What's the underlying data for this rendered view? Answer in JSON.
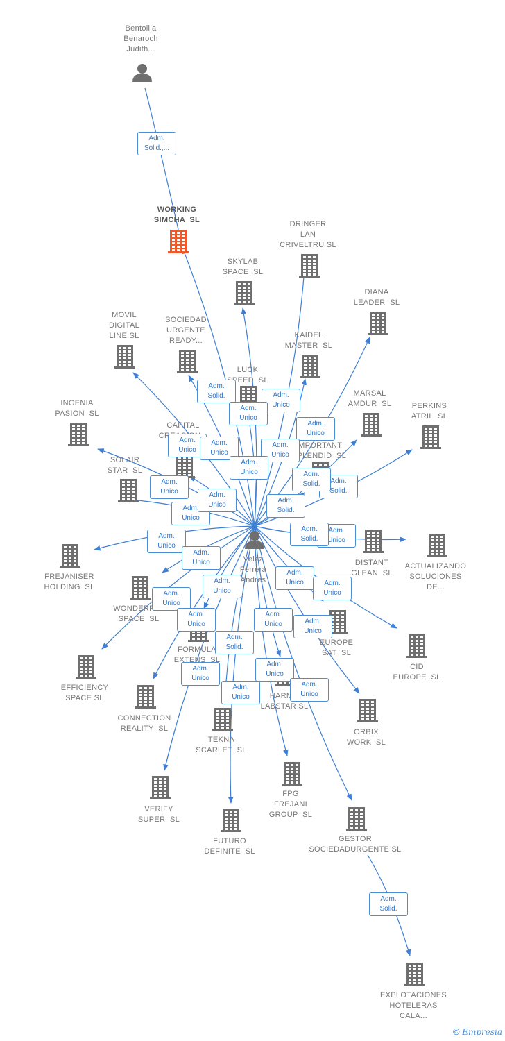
{
  "colors": {
    "edge": "#3d7fd4",
    "building": "#6f6f6f",
    "building_highlight": "#f05a2a",
    "person": "#6f6f6f",
    "badge_text": "#2f78cc"
  },
  "nodes": [
    {
      "id": "bentolila",
      "type": "person",
      "label": "Bentolila\nBenaroch\nJudith..."
    },
    {
      "id": "velez",
      "type": "person",
      "label": "Velez\nFerrera\nAndres"
    },
    {
      "id": "working",
      "type": "company",
      "highlight": true,
      "label": "WORKING\nSIMCHA  SL"
    },
    {
      "id": "dringer",
      "type": "company",
      "label": "DRINGER\nLAN\nCRIVELTRU SL"
    },
    {
      "id": "skylab",
      "type": "company",
      "label": "SKYLAB\nSPACE  SL"
    },
    {
      "id": "diana",
      "type": "company",
      "label": "DIANA\nLEADER  SL"
    },
    {
      "id": "movil",
      "type": "company",
      "label": "MOVIL\nDIGITAL\nLINE SL"
    },
    {
      "id": "sociedad",
      "type": "company",
      "label": "SOCIEDAD\nURGENTE\nREADY..."
    },
    {
      "id": "kaidel",
      "type": "company",
      "label": "KAIDEL\nMASTER  SL"
    },
    {
      "id": "luck",
      "type": "company",
      "label": "LUCK\nSPEED  SL"
    },
    {
      "id": "marsal",
      "type": "company",
      "label": "MARSAL\nAMDUR  SL"
    },
    {
      "id": "ingenia",
      "type": "company",
      "label": "INGENIA\nPASION  SL"
    },
    {
      "id": "perkins",
      "type": "company",
      "label": "PERKINS\nATRIL  SL"
    },
    {
      "id": "capital",
      "type": "company",
      "label": "CAPITAL\nCREACION..."
    },
    {
      "id": "important",
      "type": "company",
      "label": "IMPORTANT\nSPLENDID  SL"
    },
    {
      "id": "solair",
      "type": "company",
      "label": "SOLAIR\nSTAR  SL"
    },
    {
      "id": "distant",
      "type": "company",
      "label": "DISTANT\nGLEAN  SL"
    },
    {
      "id": "actualizando",
      "type": "company",
      "label": "ACTUALIZANDO\nSOLUCIONES\nDE..."
    },
    {
      "id": "frejaniser",
      "type": "company",
      "label": "FREJANISER\nHOLDING  SL"
    },
    {
      "id": "wonderful",
      "type": "company",
      "label": "WONDERFUL\nSPACE  SL"
    },
    {
      "id": "europe",
      "type": "company",
      "label": "EUROPE\nSAT  SL"
    },
    {
      "id": "cid",
      "type": "company",
      "label": "CID\nEUROPE  SL"
    },
    {
      "id": "formula",
      "type": "company",
      "label": "FORMULA\nEXTENS  SL"
    },
    {
      "id": "efficiency",
      "type": "company",
      "label": "EFFICIENCY\nSPACE SL"
    },
    {
      "id": "harmo",
      "type": "company",
      "label": "HARMO\nLABSTAR SL"
    },
    {
      "id": "connection",
      "type": "company",
      "label": "CONNECTION\nREALITY  SL"
    },
    {
      "id": "orbix",
      "type": "company",
      "label": "ORBIX\nWORK  SL"
    },
    {
      "id": "tekna",
      "type": "company",
      "label": "TEKNA\nSCARLET  SL"
    },
    {
      "id": "fpg",
      "type": "company",
      "label": "FPG\nFREJANI\nGROUP  SL"
    },
    {
      "id": "verify",
      "type": "company",
      "label": "VERIFY\nSUPER  SL"
    },
    {
      "id": "futuro",
      "type": "company",
      "label": "FUTURO\nDEFINITE  SL"
    },
    {
      "id": "gestor",
      "type": "company",
      "label": "GESTOR\nSOCIEDADURGENTE SL"
    },
    {
      "id": "explotaciones",
      "type": "company",
      "label": "EXPLOTACIONES\nHOTELERAS\nCALA..."
    }
  ],
  "edges": [
    {
      "from": "bentolila",
      "to": "working",
      "role": "Adm.\nSolid.,..."
    },
    {
      "from": "velez",
      "to": "working",
      "role": "Adm.\nSolid."
    },
    {
      "from": "velez",
      "to": "dringer",
      "role": "Adm.\nUnico"
    },
    {
      "from": "velez",
      "to": "skylab",
      "role": "Adm.\nUnico"
    },
    {
      "from": "velez",
      "to": "diana",
      "role": "Adm.\nUnico"
    },
    {
      "from": "velez",
      "to": "movil",
      "role": "Adm.\nUnico"
    },
    {
      "from": "velez",
      "to": "sociedad",
      "role": "Adm.\nUnico"
    },
    {
      "from": "velez",
      "to": "kaidel",
      "role": "Adm.\nUnico"
    },
    {
      "from": "velez",
      "to": "luck",
      "role": "Adm.\nUnico"
    },
    {
      "from": "velez",
      "to": "marsal",
      "role": "Adm.\nSolid."
    },
    {
      "from": "velez",
      "to": "ingenia",
      "role": "Adm.\nUnico"
    },
    {
      "from": "velez",
      "to": "perkins",
      "role": "Adm.\nSolid."
    },
    {
      "from": "velez",
      "to": "capital",
      "role": "Adm.\nUnico"
    },
    {
      "from": "velez",
      "to": "important",
      "role": "Adm.\nUnico"
    },
    {
      "from": "velez",
      "to": "solair",
      "role": "Adm.\nSolid."
    },
    {
      "from": "velez",
      "to": "distant",
      "role": "Adm.\nUnico"
    },
    {
      "from": "velez",
      "to": "actualizando",
      "role": "Adm.\nUnico"
    },
    {
      "from": "velez",
      "to": "frejaniser",
      "role": "Adm.\nUnico"
    },
    {
      "from": "velez",
      "to": "wonderful",
      "role": "Adm.\nSolid."
    },
    {
      "from": "velez",
      "to": "europe",
      "role": "Adm.\nUnico"
    },
    {
      "from": "velez",
      "to": "cid",
      "role": "Adm.\nUnico"
    },
    {
      "from": "velez",
      "to": "formula",
      "role": "Adm.\nUnico"
    },
    {
      "from": "velez",
      "to": "efficiency",
      "role": "Adm.\nUnico"
    },
    {
      "from": "velez",
      "to": "harmo",
      "role": "Adm.\nUnico"
    },
    {
      "from": "velez",
      "to": "connection",
      "role": "Adm.\nUnico"
    },
    {
      "from": "velez",
      "to": "orbix",
      "role": "Adm.\nUnico"
    },
    {
      "from": "velez",
      "to": "tekna",
      "role": "Adm.\nSolid."
    },
    {
      "from": "velez",
      "to": "fpg",
      "role": "Adm.\nUnico"
    },
    {
      "from": "velez",
      "to": "verify",
      "role": "Adm.\nUnico"
    },
    {
      "from": "velez",
      "to": "futuro",
      "role": "Adm.\nUnico"
    },
    {
      "from": "velez",
      "to": "gestor",
      "role": "Adm.\nUnico"
    },
    {
      "from": "gestor",
      "to": "explotaciones",
      "role": "Adm.\nSolid."
    }
  ],
  "footer": {
    "copyright": "©",
    "brand": "Empresia"
  }
}
